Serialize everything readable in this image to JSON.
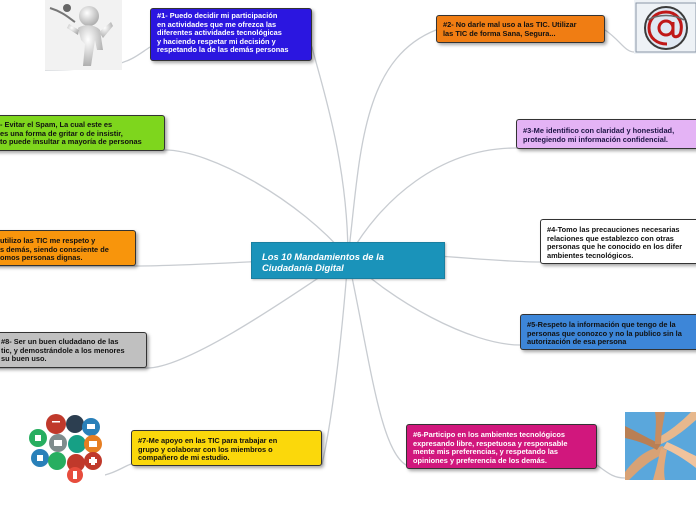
{
  "center": {
    "label": "Los 10 Mandamientos de la\nCiudadanía Digital"
  },
  "nodes": [
    {
      "id": "n1",
      "label": "#1- Puedo decidir mi participación\nen actividades que me ofrezca las\ndiferentes actividades tecnológicas\ny haciendo respetar mi decisión y\nrespetando la de las demás personas",
      "color": "#2b16e0",
      "text_color": "#ffffff"
    },
    {
      "id": "n2",
      "label": "#2- No darle mal uso a las TIC. Utilizar\nlas TIC de forma Sana, Segura...",
      "color": "#f07d13",
      "text_color": "#111111"
    },
    {
      "id": "n3",
      "label": "#3-Me identifico con claridad y honestidad,\nprotegiendo mi información confidencial.",
      "color": "#e4b3f5",
      "text_color": "#1e1545"
    },
    {
      "id": "n4",
      "label": "#4-Tomo las precauciones necesarias\nrelaciones que establezco con otras\npersonas que he conocido en los difer\nambientes tecnológicos.",
      "color": "#ffffff",
      "text_color": "#111111"
    },
    {
      "id": "n5",
      "label": "#5-Respeto la información que tengo de la\npersonas que conozco y no la publico sin la\nautorización de esa persona",
      "color": "#3d86d8",
      "text_color": "#111111"
    },
    {
      "id": "n6",
      "label": "#6-Participo en los ambientes tecnológicos\nexpresando libre, respetuosa y responsable\nmente mis preferencias, y respetando las\nopiniones y preferencia de los demás.",
      "color": "#d1177d",
      "text_color": "#ffffff"
    },
    {
      "id": "n7",
      "label": "#7-Me apoyo en las TIC para trabajar en\ngrupo y colaborar con los miembros o\ncompañero de mi estudio.",
      "color": "#fbd80b",
      "text_color": "#111111"
    },
    {
      "id": "n8",
      "label": "#8- Ser un buen cludadano de las\ntic, y demostrándole a los menores\nsu buen uso.",
      "color": "#c0c0c0",
      "text_color": "#111111"
    },
    {
      "id": "n9",
      "label": "utilizo las TIC me  respeto y\ns demás, siendo consciente de\nomos personas dignas.",
      "color": "#f8950c",
      "text_color": "#111111"
    },
    {
      "id": "n10",
      "label": "- Evitar el Spam, La cual este es\nes una forma de gritar o de insistir,\nto puede insultar a mayoría de personas",
      "color": "#7ed61d",
      "text_color": "#111111"
    }
  ],
  "images": {
    "figure": "figure-holding-rope-icon",
    "at_sign": "at-sign-globe-icon",
    "community": "community-icons-cluster",
    "hands": "stacked-hands-photo"
  },
  "colors": {
    "link": "#c8ccd1",
    "accent": "#1a93ba"
  }
}
